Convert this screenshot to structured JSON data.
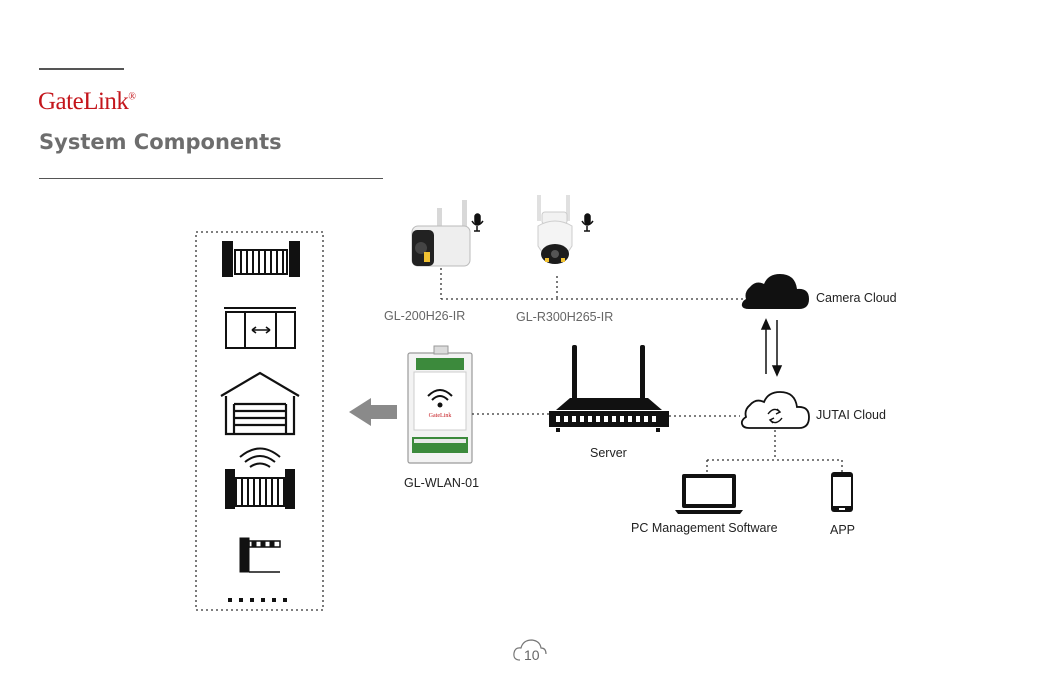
{
  "brand": {
    "logo_text": "GateLink",
    "logo_mark": "®"
  },
  "header": {
    "title": "System Components"
  },
  "devices": {
    "camera1": "GL-200H26-IR",
    "camera2": "GL-R300H265-IR",
    "controller": "GL-WLAN-01",
    "router": "Server",
    "camera_cloud": "Camera Cloud",
    "jutai_cloud": "JUTAI Cloud",
    "pc_software": "PC Management Software",
    "app": "APP"
  },
  "gate_types": [
    "swing-gate-icon",
    "sliding-door-icon",
    "garage-door-icon",
    "wifi-gate-icon",
    "barrier-gate-icon"
  ],
  "footer": {
    "page": "10"
  },
  "colors": {
    "brand_red": "#c4161c",
    "title_gray": "#6d6d6d",
    "arrow_gray": "#8a8a8a"
  }
}
